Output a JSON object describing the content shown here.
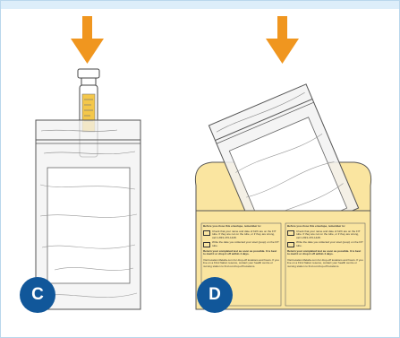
{
  "panels": [
    {
      "label": "C"
    },
    {
      "label": "D"
    }
  ],
  "envelope_card": {
    "heading": "Before you close this envelope, remember to:",
    "items": [
      "Check that your name and date of birth are on the FIT tube. If they are not on the tube, or if they are wrong, call 1-833-476-1428.",
      "Write the date you collected your stool (poop) on the FIT tube."
    ],
    "note": "Return your completed test as soon as possible. It is best to mail it or drop it off within 4 days.",
    "footer": "Visit location.lifelabs.com for drop-off locations and hours. If you live on a First Nation reserve, contact your health centre or nursing station to find out drop-off locations."
  },
  "colors": {
    "arrow": "#f0961f",
    "badge": "#11579a",
    "envelope": "#fae5a0",
    "frame_border": "#b9d7ec",
    "topbar": "#ddeefa",
    "tube_label": "#f4c74a"
  },
  "icons": [
    "down-arrow-icon",
    "down-arrow-icon"
  ]
}
